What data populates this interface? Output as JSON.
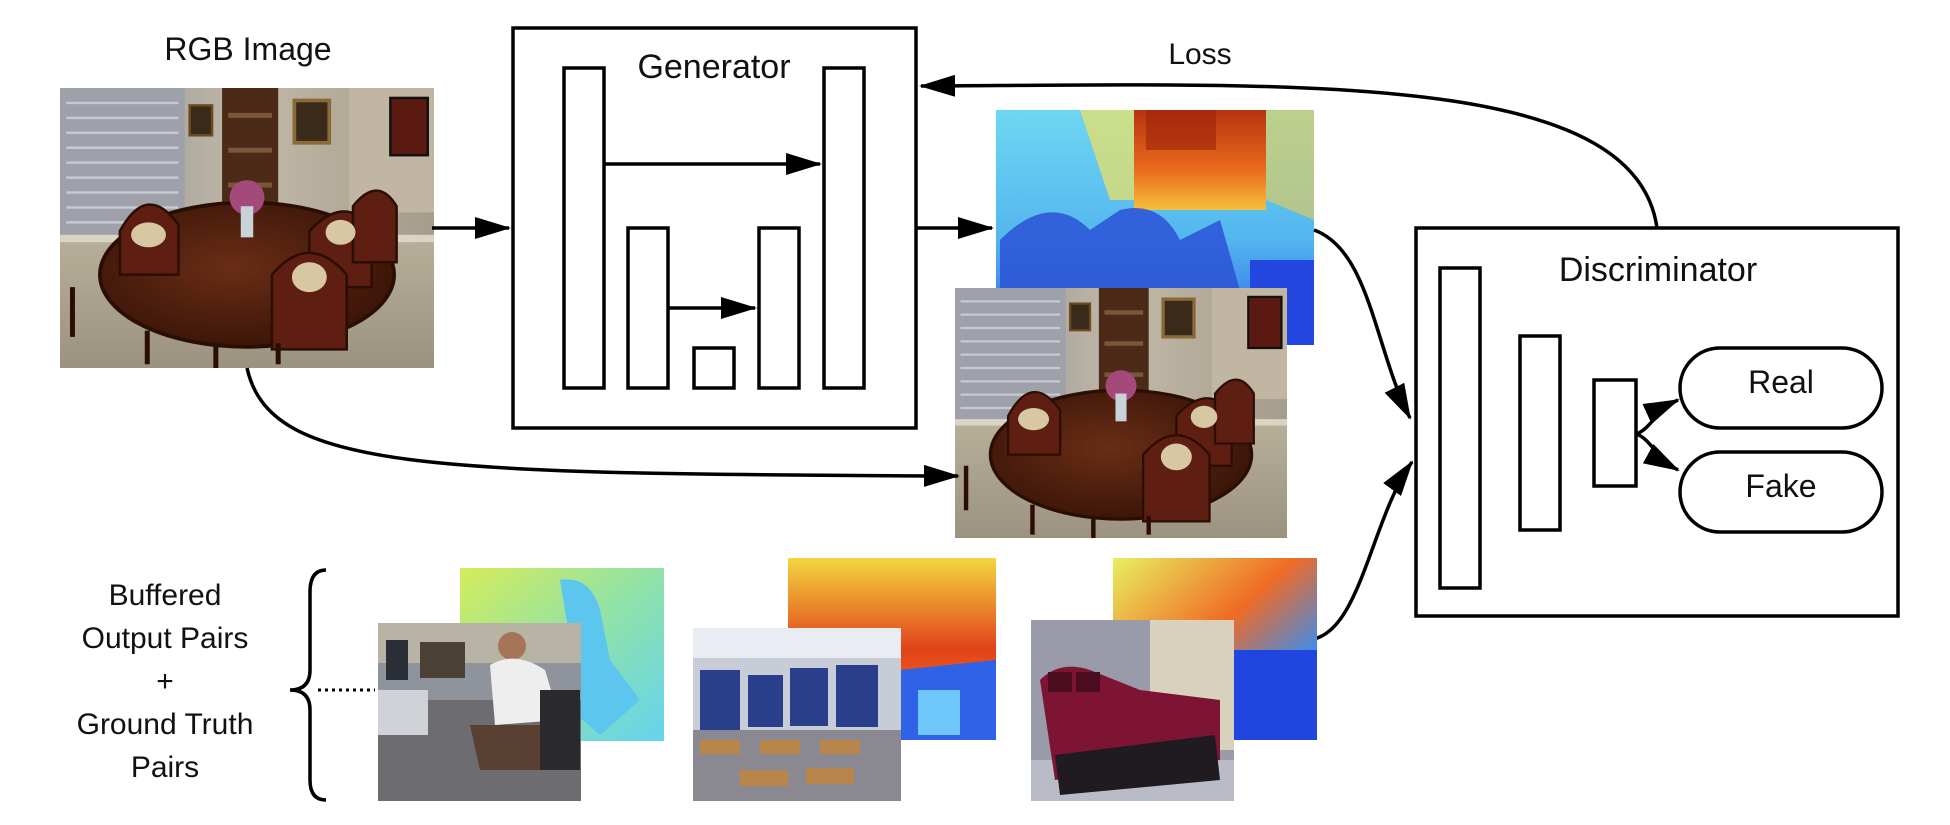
{
  "labels": {
    "rgb_image": "RGB Image",
    "generator": "Generator",
    "loss": "Loss",
    "discriminator": "Discriminator",
    "real": "Real",
    "fake": "Fake",
    "buffer_line1": "Buffered",
    "buffer_line2": "Output Pairs",
    "buffer_line3": "+",
    "buffer_line4": "Ground Truth",
    "buffer_line5": "Pairs"
  },
  "colors": {
    "stroke": "#000000",
    "depth_near": "#2a4fe0",
    "depth_mid": "#5ad0e8",
    "depth_far": "#e23a16"
  }
}
